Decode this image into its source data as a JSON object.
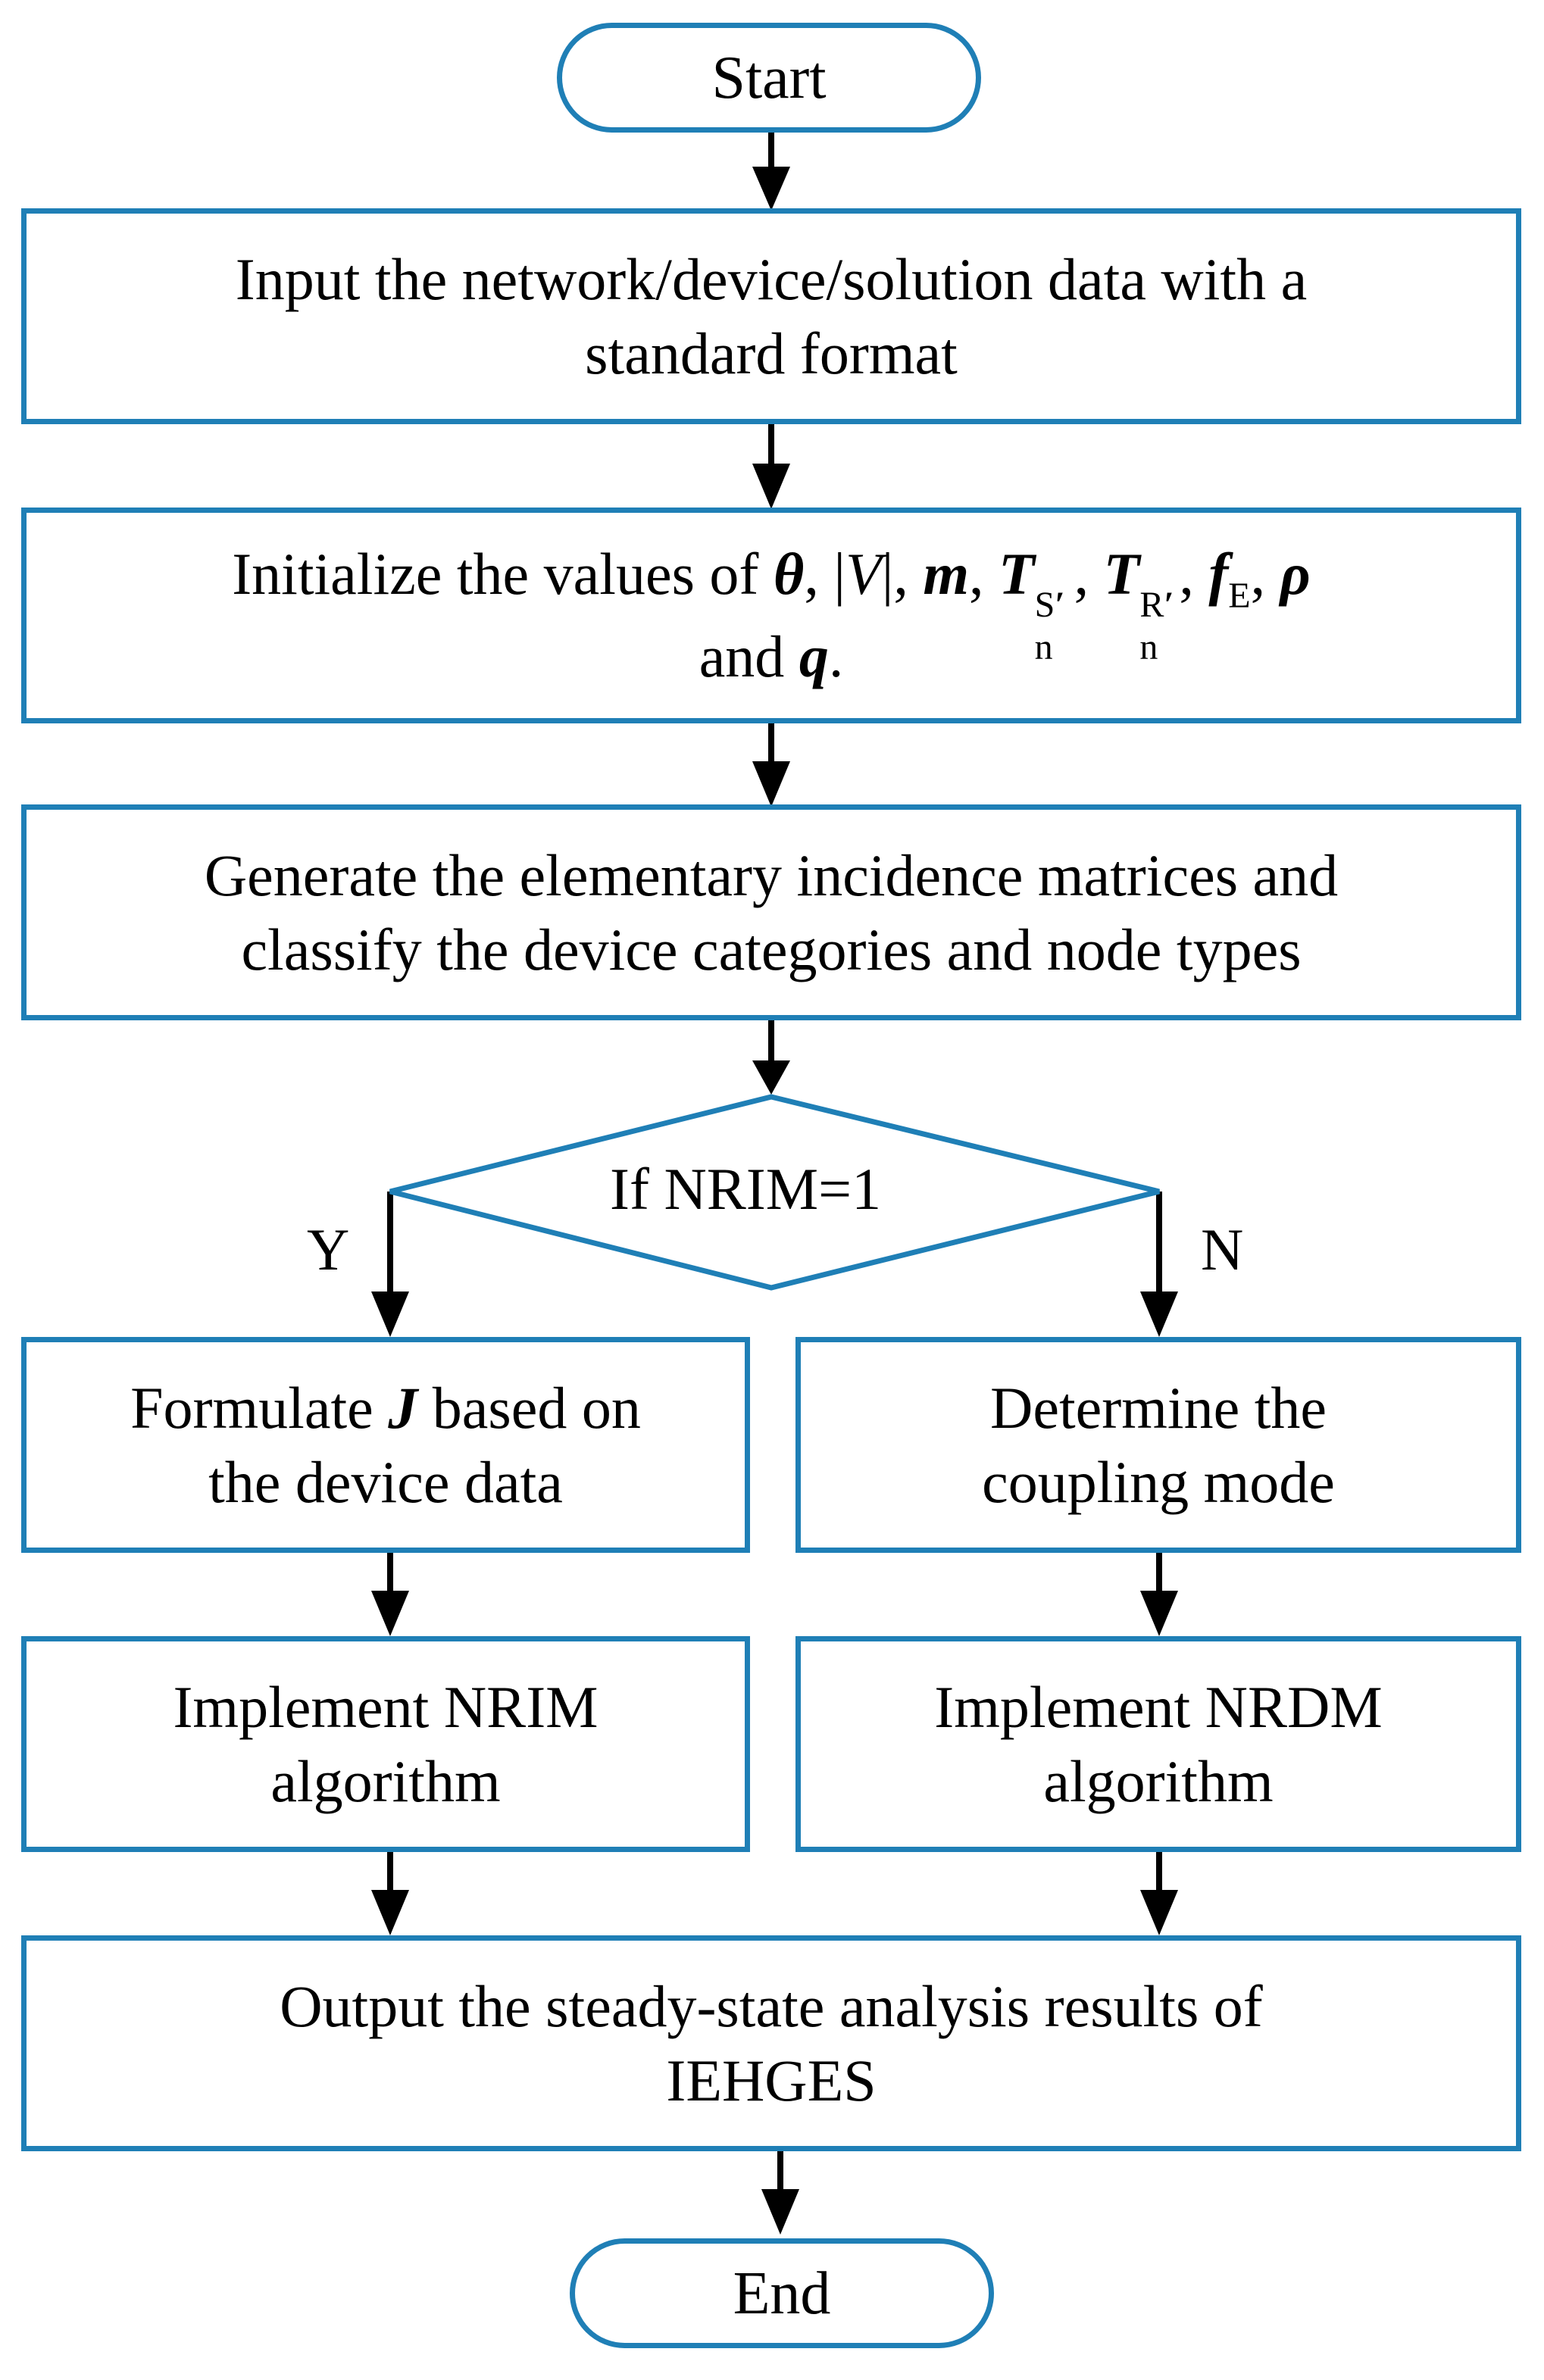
{
  "flowchart": {
    "start": "Start",
    "input": {
      "line1": "Input the network/device/solution data with a",
      "line2": "standard format"
    },
    "initialize": {
      "prefix": "Initialize the values of ",
      "theta": "θ",
      "sep1": ", |",
      "V": "V",
      "sep2": "|, ",
      "m": "m",
      "sep3": ", ",
      "T": "T",
      "n": "n",
      "S": "S",
      "R": "R",
      "prime": "′",
      "sep4": ", ",
      "sep5": ", ",
      "f": "f",
      "E": "E",
      "sep6": ", ",
      "rho": "ρ",
      "line2_prefix": "and ",
      "q": "q",
      "line2_suffix": "."
    },
    "generate": {
      "line1": "Generate the elementary incidence matrices and",
      "line2": "classify the device categories and node types"
    },
    "decision": "If NRIM=1",
    "yes_label": "Y",
    "no_label": "N",
    "formulate": {
      "prefix": "Formulate ",
      "J": "J",
      "suffix": " based on",
      "line2": "the device data"
    },
    "determine": {
      "line1": "Determine the",
      "line2": "coupling mode"
    },
    "nrim": {
      "line1": "Implement NRIM",
      "line2": "algorithm"
    },
    "nrdm": {
      "line1": "Implement NRDM",
      "line2": "algorithm"
    },
    "output": {
      "line1": "Output the steady-state analysis results of",
      "line2": "IEHGES"
    },
    "end": "End"
  },
  "colors": {
    "box_border": "#1f7fb6",
    "arrow": "#000000"
  }
}
